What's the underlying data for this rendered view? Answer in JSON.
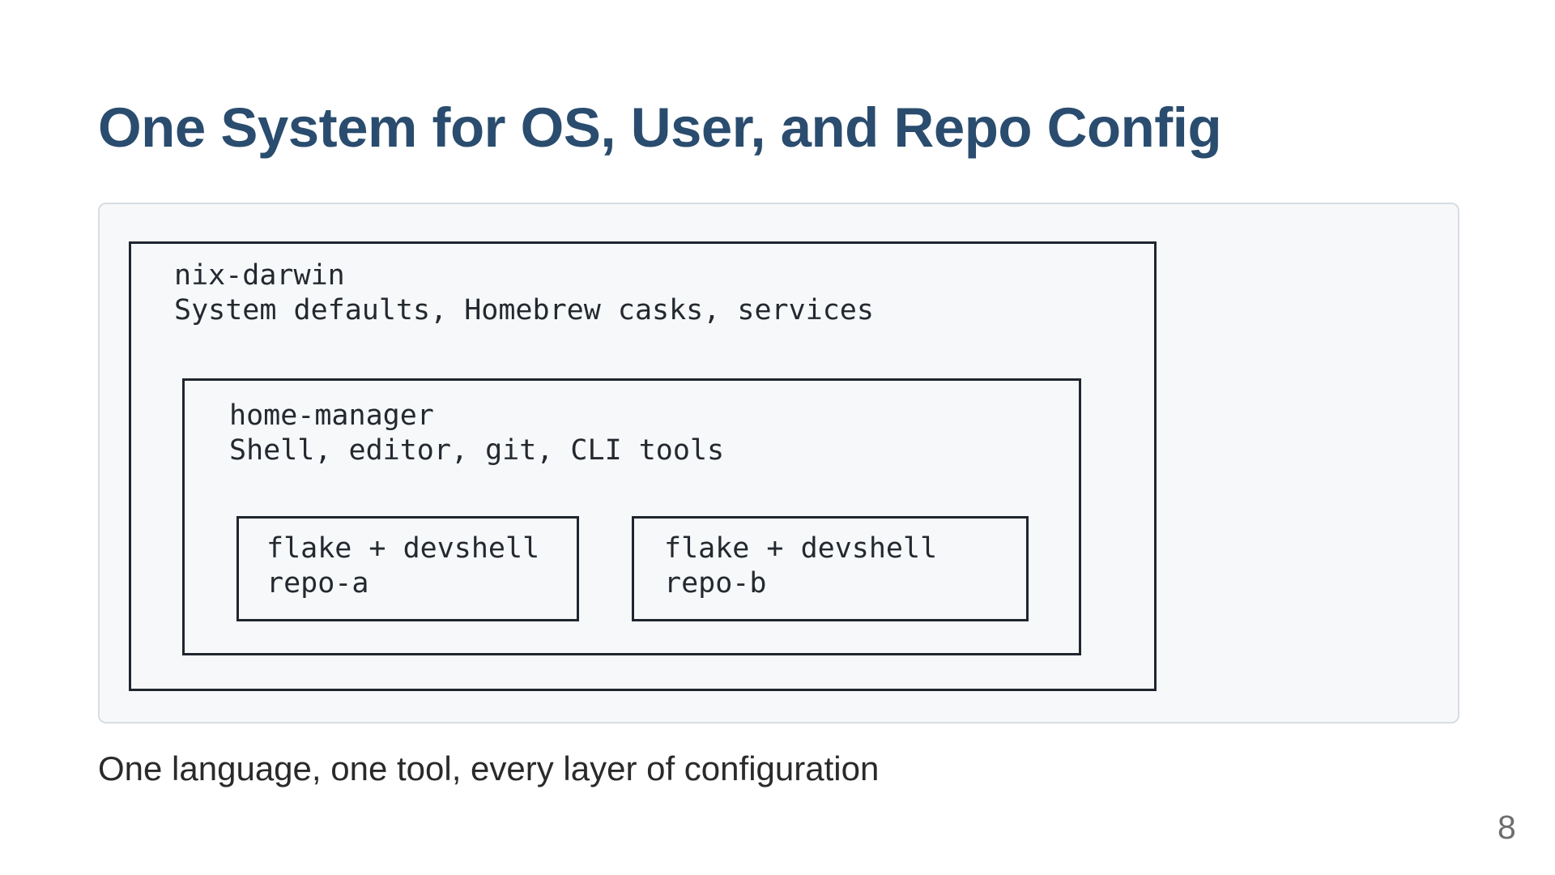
{
  "slide": {
    "title": "One System for OS, User, and Repo Config",
    "caption": "One language, one tool, every layer of configuration",
    "page_number": "8"
  },
  "diagram": {
    "nix_darwin": {
      "name": "nix-darwin",
      "description": "System defaults, Homebrew casks, services"
    },
    "home_manager": {
      "name": "home-manager",
      "description": "Shell, editor, git, CLI tools"
    },
    "repo_a": {
      "name": "flake + devshell",
      "description": "repo-a"
    },
    "repo_b": {
      "name": "flake + devshell",
      "description": "repo-b"
    }
  },
  "colors": {
    "title": "#2a4c6e",
    "panel_bg": "#f6f8fa",
    "panel_border": "#d8dde3",
    "box_border": "#20262e",
    "text": "#24292f",
    "caption": "#2a2a2a",
    "page_number": "#6e6e6e"
  }
}
